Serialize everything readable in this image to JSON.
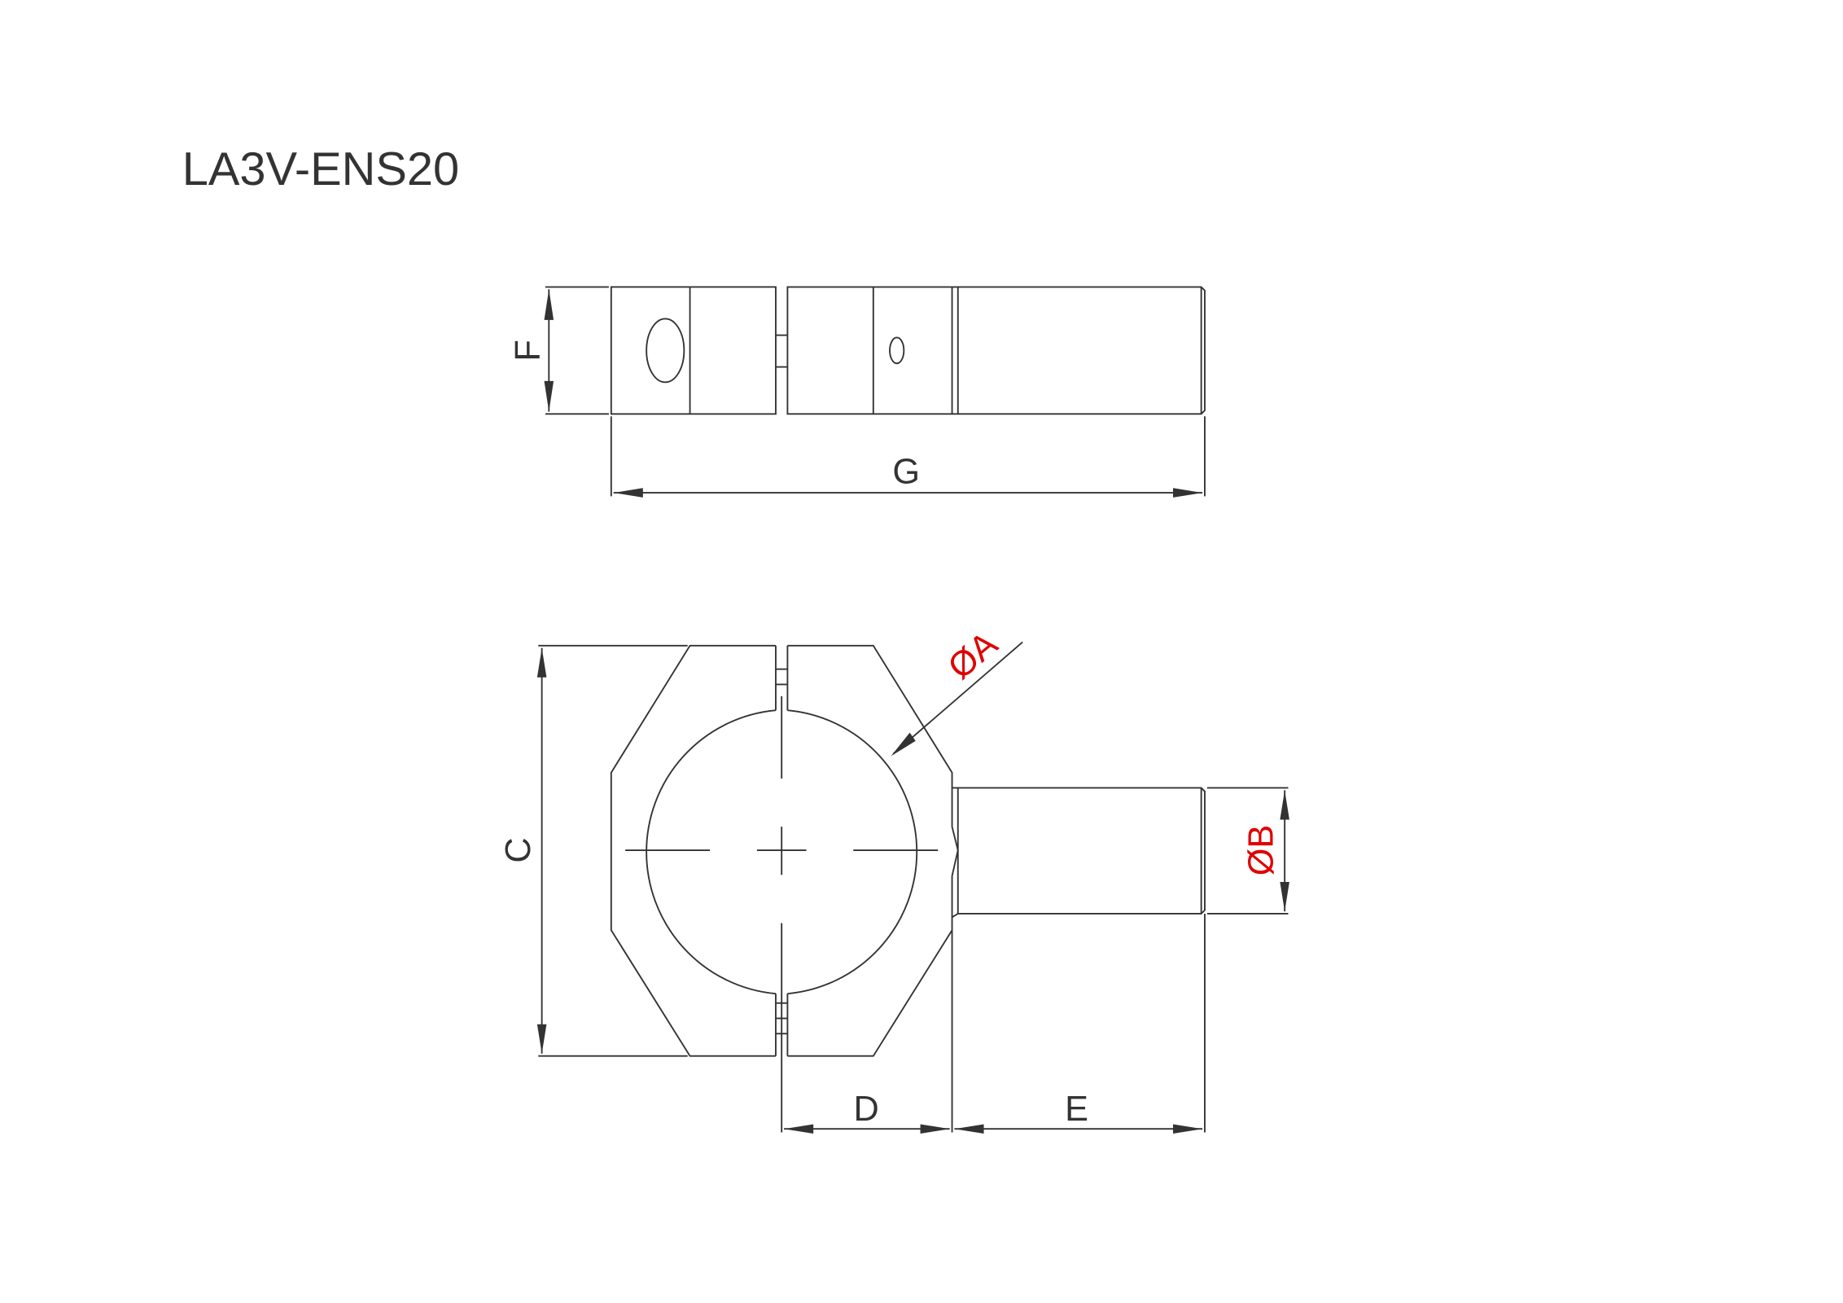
{
  "title": "LA3V-ENS20",
  "dimensions": {
    "F": "F",
    "G": "G",
    "C": "C",
    "D": "D",
    "E": "E",
    "phiA": "ØA",
    "phiB": "ØB"
  },
  "colors": {
    "line": "#333333",
    "highlight": "#e00000"
  }
}
